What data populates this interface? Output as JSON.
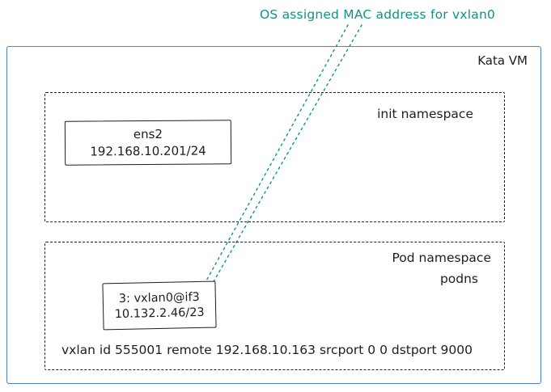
{
  "colors": {
    "accent": "#0d9488",
    "frame": "#4a7fd4",
    "ink": "#1e1e1e"
  },
  "annotation": {
    "text": "OS assigned MAC address for vxlan0"
  },
  "kata_vm": {
    "label": "Kata VM"
  },
  "init_namespace": {
    "label": "init namespace",
    "interface": {
      "name": "ens2",
      "ip": "192.168.10.201/24"
    }
  },
  "pod_namespace": {
    "label": "Pod namespace",
    "sublabel": "podns",
    "interface": {
      "name": "3: vxlan0@if3",
      "ip": "10.132.2.46/23"
    },
    "config": "vxlan id 555001 remote 192.168.10.163 srcport 0 0 dstport 9000"
  }
}
